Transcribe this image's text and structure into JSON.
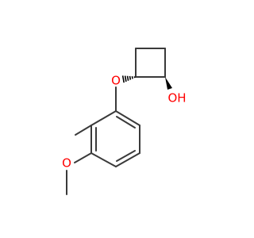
{
  "molecule": {
    "atoms": {
      "oxygen_ether": {
        "label": "O",
        "color": "#ff0000"
      },
      "hydroxyl": {
        "label": "OH",
        "color": "#ff0000"
      },
      "oxygen_methoxy": {
        "label": "O",
        "color": "#ff0000"
      }
    },
    "bond_color": "#3a3a3a",
    "stereo_color": "#000000"
  }
}
